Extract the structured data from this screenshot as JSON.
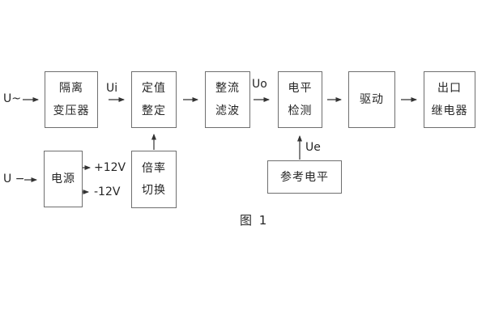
{
  "diagram": {
    "caption": "图 1",
    "inputs": {
      "ac_input": "U~",
      "dc_input": "U −"
    },
    "signals": {
      "ui": "Ui",
      "uo": "Uo",
      "ue": "Ue"
    },
    "power_rails": {
      "positive": "+12V",
      "negative": "-12V"
    },
    "blocks": {
      "isolation_transformer": {
        "line1": "隔离",
        "line2": "变压器"
      },
      "setting_adjust": {
        "line1": "定值",
        "line2": "整定"
      },
      "rectifier_filter": {
        "line1": "整流",
        "line2": "滤波"
      },
      "level_detect": {
        "line1": "电平",
        "line2": "检测"
      },
      "driver": {
        "label": "驱动"
      },
      "output_relay": {
        "line1": "出口",
        "line2": "继电器"
      },
      "power_supply": {
        "label": "电源"
      },
      "ratio_switch": {
        "line1": "倍率",
        "line2": "切换"
      },
      "reference_level": {
        "label": "参考电平"
      }
    },
    "colors": {
      "background": "#ffffff",
      "box_border": "#6f6f6f",
      "text": "#262626",
      "line": "#333333"
    }
  }
}
